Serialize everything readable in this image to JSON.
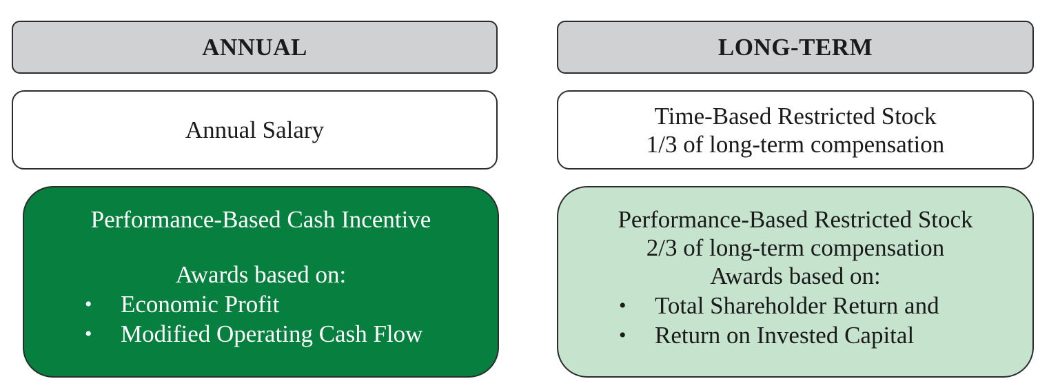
{
  "annual": {
    "header": "ANNUAL",
    "salary": "Annual Salary",
    "cash_incentive": {
      "title": "Performance-Based Cash Incentive",
      "awards_label": "Awards based on:",
      "bullets": [
        "Economic Profit",
        "Modified Operating Cash Flow"
      ]
    }
  },
  "long_term": {
    "header": "LONG-TERM",
    "time_based": {
      "title": "Time-Based Restricted Stock",
      "share": "1/3 of long-term compensation"
    },
    "performance_based": {
      "title": "Performance-Based Restricted Stock",
      "share": "2/3 of long-term compensation",
      "awards_label": "Awards based on:",
      "bullets": [
        "Total Shareholder Return and",
        "Return on Invested Capital"
      ]
    }
  },
  "colors": {
    "header_bg": "#d0d1d3",
    "dark_green": "#067f3f",
    "light_green": "#c5e3cd"
  }
}
